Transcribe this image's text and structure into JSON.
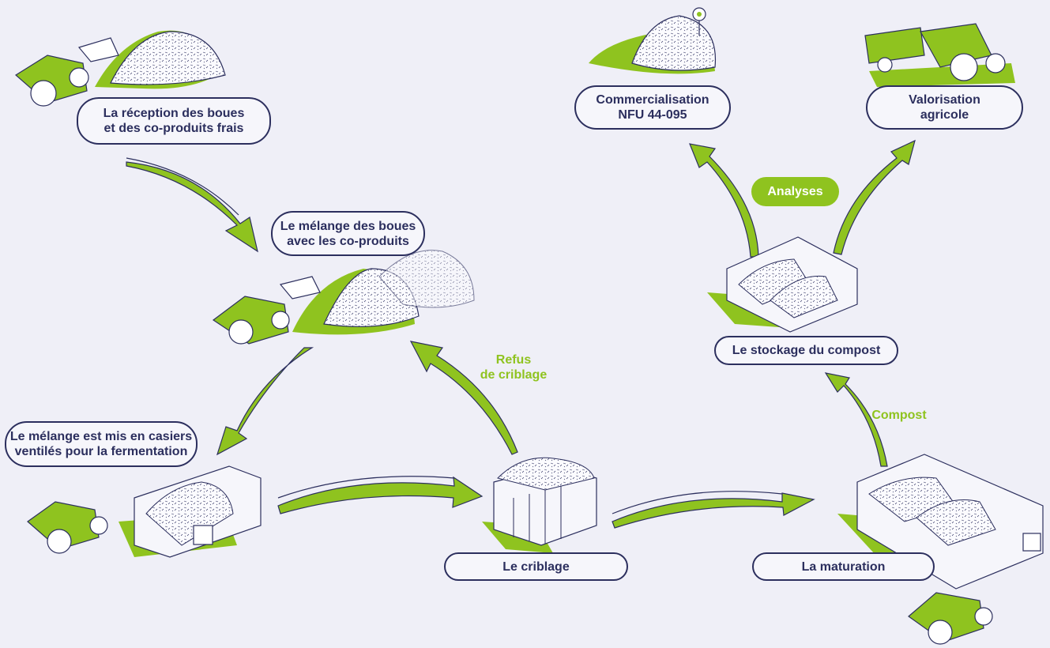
{
  "colors": {
    "accent": "#8fc31f",
    "ink": "#2c2f5e",
    "background": "#efeff7"
  },
  "steps": {
    "reception": [
      "La réception des boues",
      "et des co-produits frais"
    ],
    "melange": [
      "Le mélange des boues",
      "avec les co-produits"
    ],
    "casiers": [
      "Le mélange est mis en casiers",
      "ventilés pour la fermentation"
    ],
    "criblage": "Le criblage",
    "maturation": "La maturation",
    "stockage": "Le stockage du compost",
    "commercialisation": [
      "Commercialisation",
      "NFU 44-095"
    ],
    "valorisation": [
      "Valorisation",
      "agricole"
    ]
  },
  "tags": {
    "refus": [
      "Refus",
      "de criblage"
    ],
    "compost": "Compost",
    "analyses": "Analyses"
  }
}
